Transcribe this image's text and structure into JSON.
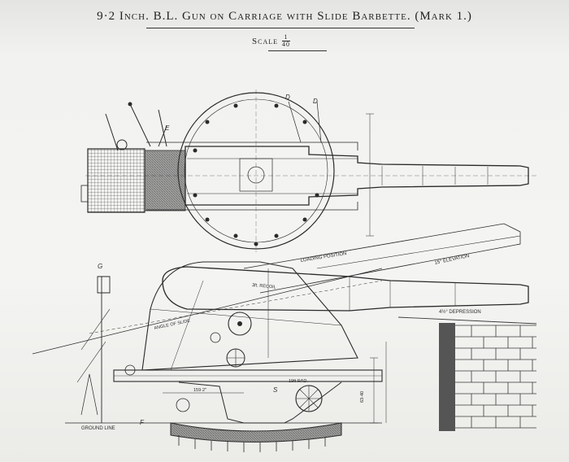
{
  "title": {
    "main": "9·2 Inch. B.L. Gun on Carriage with Slide Barbette. (Mark 1.)",
    "scale_label": "Scale",
    "scale_num": "1",
    "scale_den": "40"
  },
  "labels": {
    "loading_position": "LOADING POSITION",
    "elevation": "15° ELEVATION",
    "recoil": "3ft. RECOIL",
    "depression": "4½° DEPRESSION",
    "angle_of_slide": "ANGLE OF SLIDE",
    "ground_line": "GROUND LINE",
    "radius": "19ft RAD.",
    "dim_159": "159·2\"",
    "dim_63": "63·40",
    "letter_d1": "D",
    "letter_d2": "D",
    "letter_e": "E",
    "letter_g": "G",
    "letter_s": "S",
    "letter_f": "F"
  },
  "colors": {
    "ink": "#2a2a2a",
    "paper": "#f4f4f2"
  }
}
